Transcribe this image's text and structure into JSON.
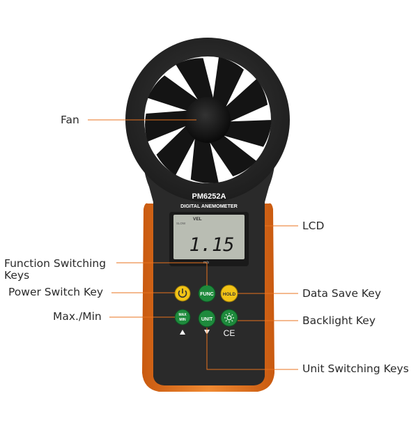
{
  "device": {
    "model": "PM6252A",
    "name": "DIGITAL ANEMOMETER",
    "lcd": {
      "reading": "1.15",
      "mode": "VEL",
      "indicator": "SLOW",
      "unit": "m/s"
    },
    "buttons": {
      "power_icon": "power-icon",
      "func": "FUNC",
      "hold": "HOLD",
      "max": "MAX",
      "min": "MIN",
      "unit": "UNIT",
      "backlight_icon": "sun-icon",
      "certification": "CE"
    }
  },
  "labels": {
    "fan": "Fan",
    "lcd": "LCD",
    "function_switching_keys": "Function Switching Keys",
    "power_switch_key": "Power Switch Key",
    "data_save_key": "Data Save Key",
    "max_min": "Max./Min",
    "backlight_key": "Backlight Key",
    "unit_switching_keys": "Unit Switching Keys"
  },
  "colors": {
    "body_dark": "#2b2b2b",
    "body_orange": "#e8731f",
    "lcd_bg": "#b9bdb3",
    "func_button": "#1e8a3c",
    "hold_button": "#f2c316",
    "power_button": "#f2c316",
    "leader_line": "#e8731f"
  }
}
